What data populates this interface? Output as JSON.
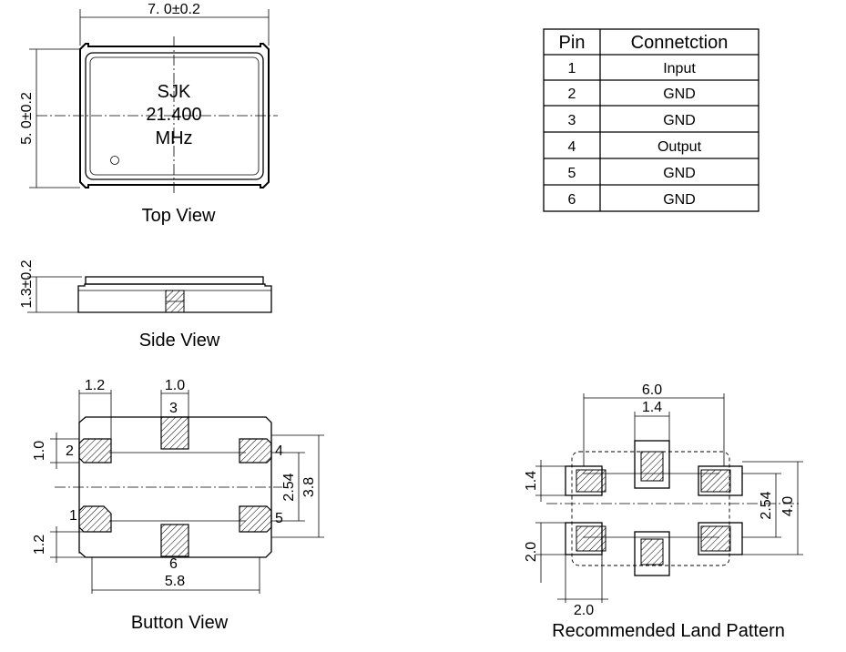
{
  "top_view": {
    "caption": "Top View",
    "width_dim": "7. 0±0.2",
    "height_dim": "5. 0±0.2",
    "marking": {
      "line1": "SJK",
      "line2": "21.400",
      "line3": "MHz"
    }
  },
  "side_view": {
    "caption": "Side View",
    "height_dim": "1.3±0.2"
  },
  "bottom_view": {
    "caption": "Button View",
    "dims": {
      "pad_width_left": "1.2",
      "pad_width_top": "1.0",
      "pad_height_left": "1.0",
      "pad_height_lower": "1.2",
      "pitch": "2.54",
      "span": "3.8",
      "width": "5.8"
    },
    "pin_numbers": [
      "1",
      "2",
      "3",
      "4",
      "5",
      "6"
    ]
  },
  "land_pattern": {
    "caption": "Recommended Land Pattern",
    "dims": {
      "overall_width": "6.0",
      "center_pad_width": "1.4",
      "pad_height": "1.4",
      "pitch": "2.54",
      "overall_height": "4.0",
      "pad_size_v": "2.0",
      "pad_size_h": "2.0"
    }
  },
  "pin_table": {
    "headers": [
      "Pin",
      "Connetction"
    ],
    "rows": [
      [
        "1",
        "Input"
      ],
      [
        "2",
        "GND"
      ],
      [
        "3",
        "GND"
      ],
      [
        "4",
        "Output"
      ],
      [
        "5",
        "GND"
      ],
      [
        "6",
        "GND"
      ]
    ]
  }
}
